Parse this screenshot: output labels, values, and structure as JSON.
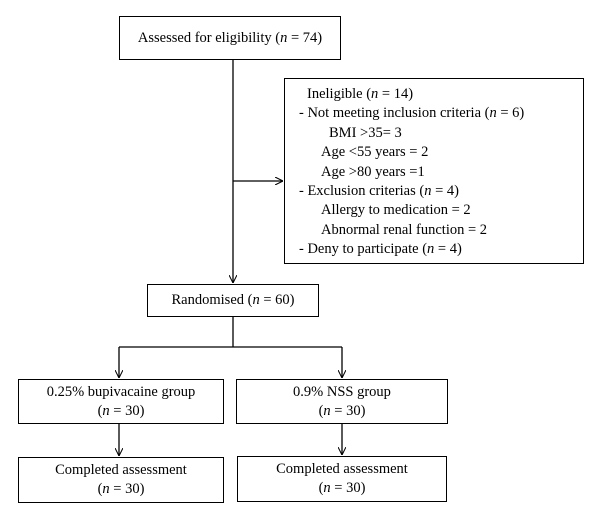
{
  "assessed": {
    "label": "Assessed for eligibility (",
    "n_symbol": "n",
    "value": " = 74)"
  },
  "ineligible": {
    "title": {
      "label": "Ineligible (",
      "n_symbol": "n",
      "value": " = 14)"
    },
    "inclusion": {
      "label": "- Not meeting inclusion criteria (",
      "n_symbol": "n",
      "value": " = 6)"
    },
    "inclusion_items": [
      "BMI >35= 3",
      "Age <55 years = 2",
      "Age >80 years =1"
    ],
    "exclusion": {
      "label": "- Exclusion criterias (",
      "n_symbol": "n",
      "value": " = 4)"
    },
    "exclusion_items": [
      "Allergy to medication = 2",
      "Abnormal renal function = 2"
    ],
    "deny": {
      "label": "- Deny to participate (",
      "n_symbol": "n",
      "value": " = 4)"
    }
  },
  "randomised": {
    "label": "Randomised (",
    "n_symbol": "n",
    "value": " = 60)"
  },
  "groups": [
    {
      "name": "0.25% bupivacaine group",
      "n_open": "(",
      "n_symbol": "n",
      "n_value": " = 30)",
      "completed": "Completed assessment",
      "completed_open": "(",
      "completed_symbol": "n",
      "completed_value": " = 30)"
    },
    {
      "name": "0.9% NSS group",
      "n_open": "(",
      "n_symbol": "n",
      "n_value": " = 30)",
      "completed": "Completed assessment",
      "completed_open": "(",
      "completed_symbol": "n",
      "completed_value": " = 30)"
    }
  ],
  "colors": {
    "line": "#000000",
    "background": "#ffffff"
  }
}
